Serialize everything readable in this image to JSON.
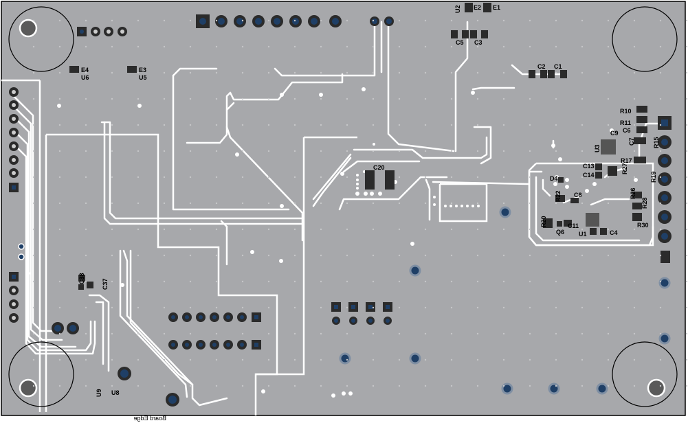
{
  "board": {
    "edge_label": "Board Edge",
    "colors": {
      "background": "#ffffff",
      "copper": "#a7a8ab",
      "trace": "#ffffff",
      "pad": "#2b2b2b",
      "via_fill": "#1f3f66",
      "via_ring": "#e6e6e6",
      "outline": "#000000",
      "silkscreen": "#000000"
    }
  },
  "designators": {
    "e1": "E1",
    "e2": "E2",
    "u2": "U2",
    "c5": "C5",
    "c3": "C3",
    "e4": "E4",
    "u6": "U6",
    "e3": "E3",
    "u5": "U5",
    "c2": "C2",
    "c1": "C1",
    "r10": "R10",
    "r11": "R11",
    "c6": "C6",
    "c9": "C9",
    "u3": "U3",
    "c7": "C7",
    "r15": "R15",
    "r17": "R17",
    "c13": "C13",
    "r27": "R27",
    "c14": "C14",
    "r19": "R19",
    "d4": "D4",
    "r22": "R22",
    "c8": "C8",
    "r26": "R26",
    "r28": "R28",
    "r20": "R20",
    "c11": "C11",
    "q6": "Q6",
    "u1": "U1",
    "c4": "C4",
    "r30": "R30",
    "c20": "C20",
    "c38": "C38",
    "c37": "C37",
    "u9": "U9",
    "u8": "U8"
  }
}
